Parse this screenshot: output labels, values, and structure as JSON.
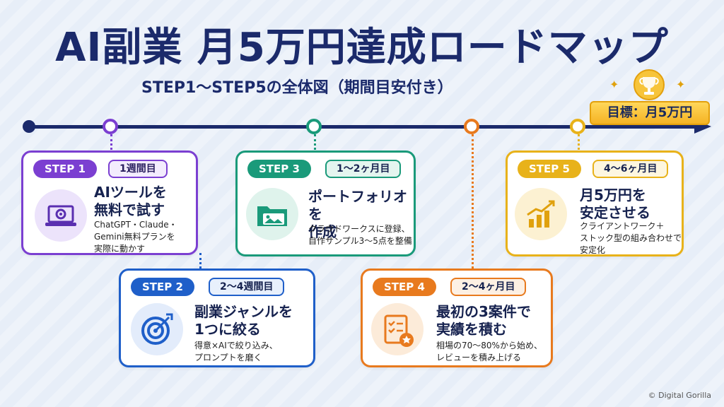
{
  "title": "AI副業 月5万円達成ロードマップ",
  "subtitle": "STEP1〜STEP5の全体図（期間目安付き）",
  "goal": {
    "label": "目標：月5万円"
  },
  "colors": {
    "step1": "#7b3fd1",
    "step2": "#1f5fc9",
    "step3": "#1a9a7a",
    "step4": "#e87a1e",
    "step5": "#e8b21a",
    "navy": "#1b2a6b"
  },
  "steps": [
    {
      "step_label": "STEP 1",
      "period": "1週間目",
      "heading": "AIツールを\n無料で試す",
      "description": "ChatGPT・Claude・\nGemini無料プランを\n実際に動かす",
      "icon": "laptop-gear-icon"
    },
    {
      "step_label": "STEP 2",
      "period": "2〜4週間目",
      "heading": "副業ジャンルを\n1つに絞る",
      "description": "得意×AIで絞り込み、\nプロンプトを磨く",
      "icon": "target-icon"
    },
    {
      "step_label": "STEP 3",
      "period": "1〜2ヶ月目",
      "heading": "ポートフォリオを\n作成",
      "description": "クラウドワークスに登録、\n自作サンプル3〜5点を整備",
      "icon": "folder-image-icon"
    },
    {
      "step_label": "STEP 4",
      "period": "2〜4ヶ月目",
      "heading": "最初の3案件で\n実績を積む",
      "description": "相場の70〜80%から始め、\nレビューを積み上げる",
      "icon": "checklist-star-icon"
    },
    {
      "step_label": "STEP 5",
      "period": "4〜6ヶ月目",
      "heading": "月5万円を\n安定させる",
      "description": "クライアントワーク＋\nストック型の組み合わせで\n安定化",
      "icon": "growth-chart-icon"
    }
  ],
  "copyright": "© Digital Gorilla"
}
